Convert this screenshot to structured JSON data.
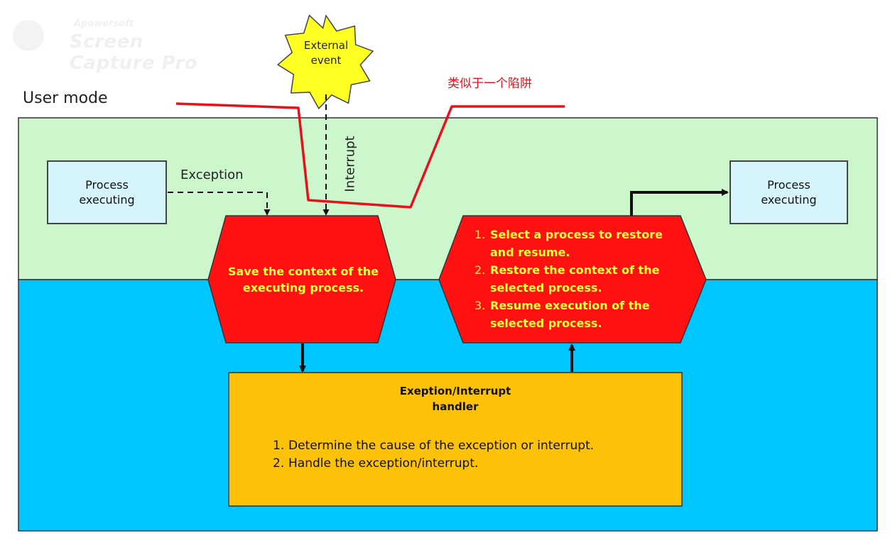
{
  "watermark": {
    "line1": "Apowersoft",
    "line2": "Screen Capture Pro"
  },
  "labels": {
    "user_mode": "User mode",
    "annotation": "类似于一个陷阱",
    "exception": "Exception",
    "interrupt": "Interrupt",
    "external_event": [
      "External",
      "event"
    ]
  },
  "process_left": [
    "Process",
    "executing"
  ],
  "process_right": [
    "Process",
    "executing"
  ],
  "save_context": [
    "Save the context of the",
    "executing process."
  ],
  "restore_steps": [
    {
      "num": "1.",
      "text": "Select a process to restore and resume."
    },
    {
      "num": "2.",
      "text": "Restore the context of the selected process."
    },
    {
      "num": "3.",
      "text": "Resume execution of the selected process."
    }
  ],
  "handler": {
    "title": [
      "Exeption/Interrupt",
      "handler"
    ],
    "steps": [
      {
        "num": "1.",
        "text": "Determine the cause of the exception or interrupt."
      },
      {
        "num": "2.",
        "text": "Handle the exception/interrupt."
      }
    ]
  },
  "colors": {
    "user_mode_bg": "#ccf7cc",
    "kernel_mode_bg": "#00c6ff",
    "hexagon_fill": "#ff1111",
    "hexagon_text": "#ffff3a",
    "handler_fill": "#fcc20a",
    "process_fill": "#d6f4fb",
    "annotation_color": "#e8101a",
    "burst_fill": "#ffff22"
  }
}
